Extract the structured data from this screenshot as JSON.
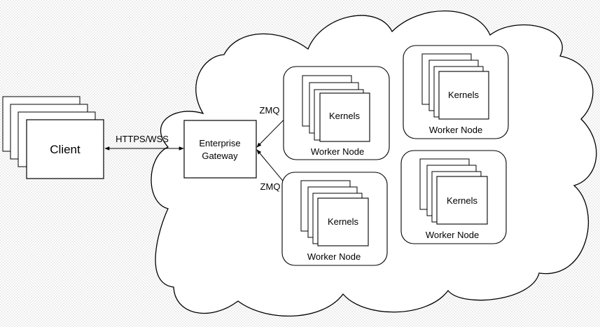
{
  "client": {
    "label": "Client"
  },
  "client_link": {
    "label": "HTTPS/WSS"
  },
  "gateway": {
    "line1": "Enterprise",
    "line2": "Gateway"
  },
  "zmq_label": "ZMQ",
  "worker_nodes": [
    {
      "label": "Worker Node",
      "kernels_label": "Kernels"
    },
    {
      "label": "Worker Node",
      "kernels_label": "Kernels"
    },
    {
      "label": "Worker Node",
      "kernels_label": "Kernels"
    },
    {
      "label": "Worker Node",
      "kernels_label": "Kernels"
    }
  ],
  "colors": {
    "stroke": "#000000",
    "fill": "#ffffff",
    "background": "#ececec"
  }
}
